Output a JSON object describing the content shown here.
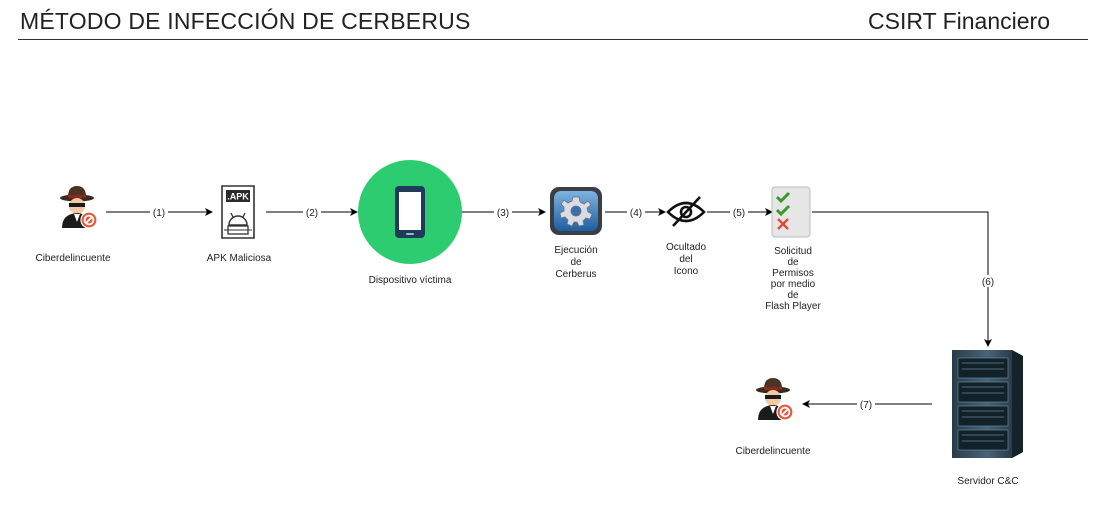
{
  "header": {
    "title": "MÉTODO DE INFECCIÓN DE CERBERUS",
    "org": "CSIRT Financiero"
  },
  "nodes": {
    "attacker_1": {
      "label": [
        "Ciberdelincuente"
      ]
    },
    "apk": {
      "label": [
        "APK Maliciosa"
      ],
      "icon_text": ".APK"
    },
    "device": {
      "label": [
        "Dispositivo víctima"
      ]
    },
    "execution": {
      "label": [
        "Ejecución",
        "de",
        "Cerberus"
      ]
    },
    "hide_icon": {
      "label": [
        "Ocultado",
        "del",
        "Icono"
      ]
    },
    "permissions": {
      "label": [
        "Solicitud",
        "de",
        "Permisos",
        "por medio",
        "de",
        "Flash Player"
      ]
    },
    "server": {
      "label": [
        "Servidor C&C"
      ]
    },
    "attacker_2": {
      "label": [
        "Ciberdelincuente"
      ]
    }
  },
  "edges": [
    "(1)",
    "(2)",
    "(3)",
    "(4)",
    "(5)",
    "(6)",
    "(7)"
  ],
  "colors": {
    "device_circle": "#2ecc71",
    "forbidden_badge": "#e8573a",
    "arrow": "#000000",
    "check": "#3c9a2c",
    "cross": "#e24b3b"
  }
}
